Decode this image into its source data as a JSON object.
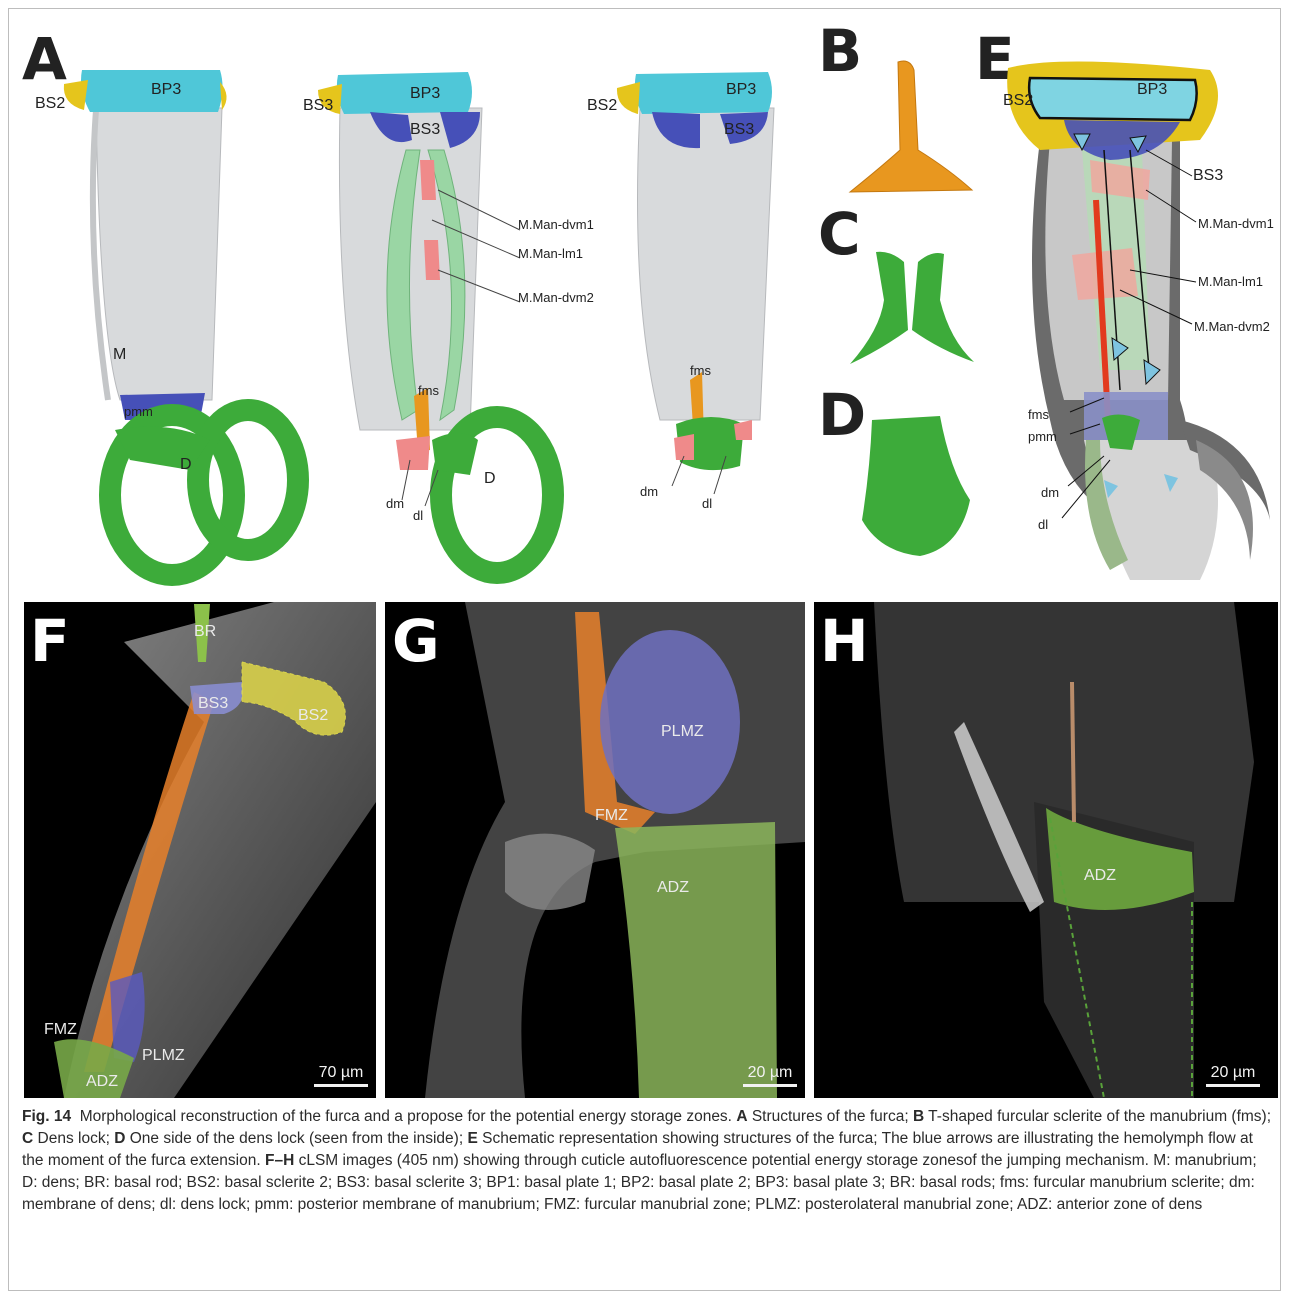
{
  "panels": {
    "A": "A",
    "B": "B",
    "C": "C",
    "D": "D",
    "E": "E",
    "F": "F",
    "G": "G",
    "H": "H"
  },
  "panel_a": {
    "view1": {
      "bs2": "BS2",
      "bp3": "BP3",
      "m": "M",
      "pmm": "pmm",
      "d": "D"
    },
    "view2": {
      "bs3_left": "BS3",
      "bp3": "BP3",
      "bs3": "BS3",
      "dvm1": "M.Man-dvm1",
      "lm1": "M.Man-lm1",
      "dvm2": "M.Man-dvm2",
      "fms": "fms",
      "dm": "dm",
      "dl": "dl",
      "d": "D"
    },
    "view3": {
      "bs2": "BS2",
      "bp3": "BP3",
      "bs3": "BS3",
      "fms": "fms",
      "dm": "dm",
      "dl": "dl"
    }
  },
  "panel_e": {
    "bs2": "BS2",
    "bp3": "BP3",
    "bs3": "BS3",
    "dvm1": "M.Man-dvm1",
    "lm1": "M.Man-lm1",
    "dvm2": "M.Man-dvm2",
    "fms": "fms",
    "pmm": "pmm",
    "dm": "dm",
    "dl": "dl"
  },
  "panel_f": {
    "br": "BR",
    "bs3": "BS3",
    "bs2": "BS2",
    "fmz": "FMZ",
    "plmz": "PLMZ",
    "adz": "ADZ",
    "scale": "70 µm"
  },
  "panel_g": {
    "plmz": "PLMZ",
    "fmz": "FMZ",
    "adz": "ADZ",
    "scale": "20 µm"
  },
  "panel_h": {
    "adz": "ADZ",
    "scale": "20 µm"
  },
  "caption": {
    "fig": "Fig. 14",
    "intro": "Morphological reconstruction of the furca and a propose for the potential energy storage zones.",
    "A_key": "A",
    "A_text": "Structures of the furca;",
    "B_key": "B",
    "B_text": "T-shaped furcular sclerite of the manubrium (fms);",
    "C_key": "C",
    "C_text": "Dens lock;",
    "D_key": "D",
    "D_text": "One side of the dens lock (seen from the inside);",
    "E_key": "E",
    "E_text": "Schematic representation showing structures of the furca; The blue arrows are illustrating the hemolymph flow at the moment of the furca extension.",
    "FH_key": "F–H",
    "FH_text": "cLSM images (405 nm) showing through cuticle autofluorescence potential energy storage zonesof the jumping mechanism. M: manubrium; D: dens; BR: basal rod; BS2: basal sclerite 2; BS3: basal sclerite 3; BP1: basal plate 1; BP2: basal plate 2; BP3: basal plate 3; BR: basal rods; fms: furcular manubrium sclerite; dm: membrane of dens; dl: dens lock; pmm: posterior membrane of manubrium; FMZ: furcular manubrial zone; PLMZ: posterolateral manubrial zone; ADZ: anterior zone of dens"
  },
  "colors": {
    "bp3": "#4fc7d8",
    "bs2": "#e5c51c",
    "bs3": "#4650b8",
    "muscle": "#9ad6a4",
    "muscle_red": "#ef8a8a",
    "dens": "#3dab3a",
    "fms": "#e8971f",
    "cuticle": "#d6d8da"
  }
}
